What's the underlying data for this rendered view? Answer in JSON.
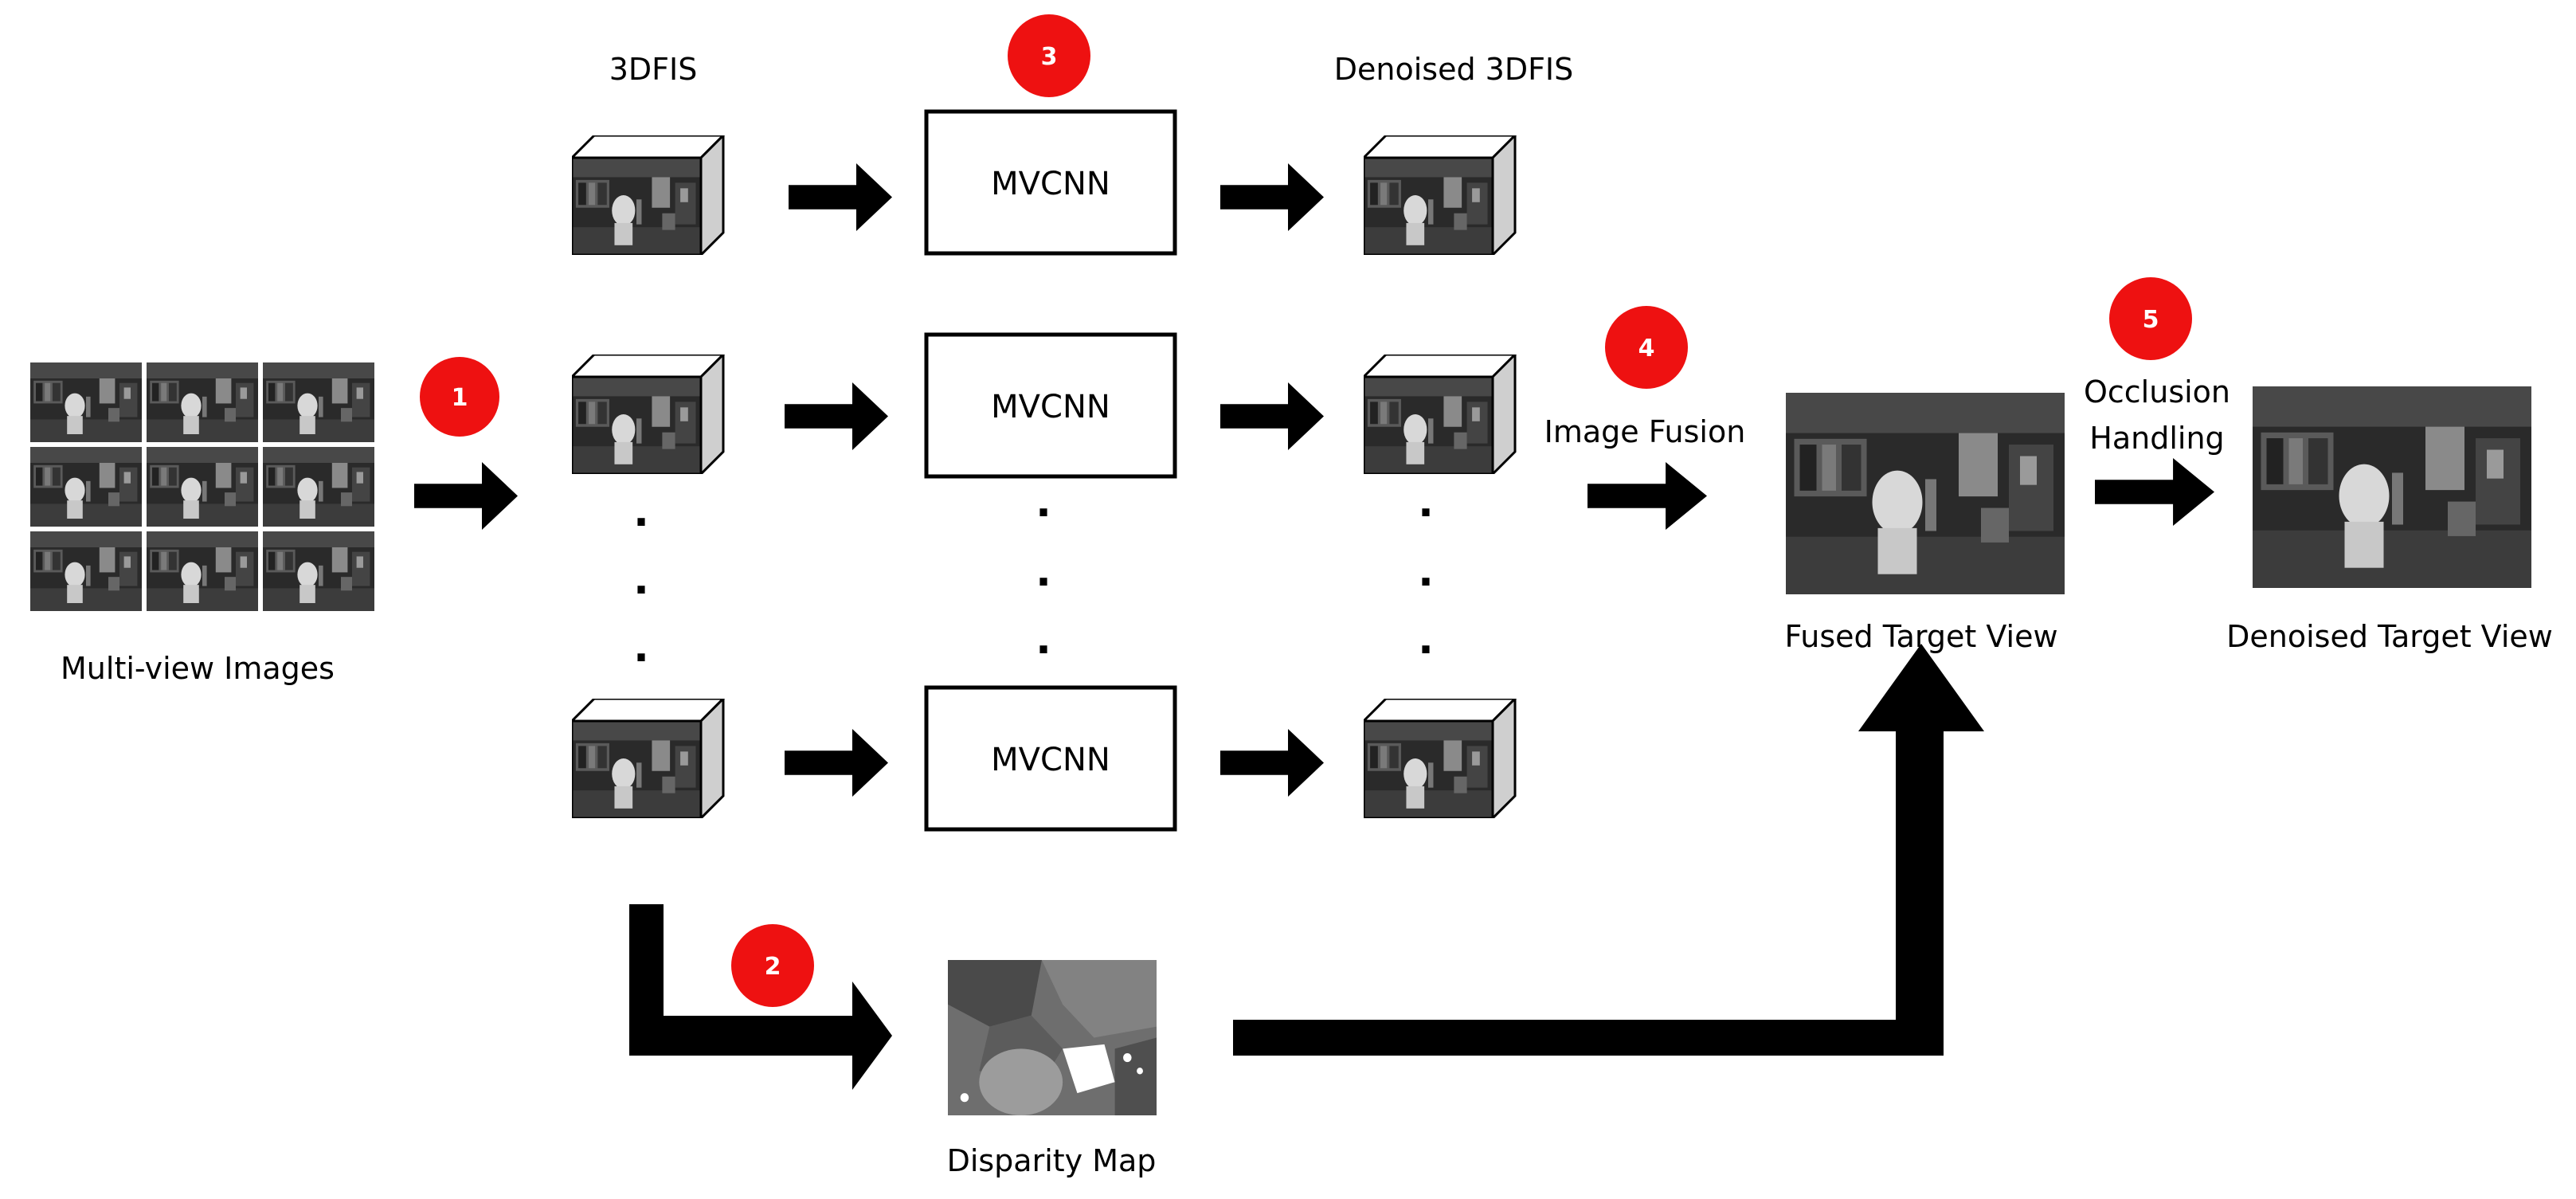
{
  "labels": {
    "multiview": "Multi-view Images",
    "fdfis": "3DFIS",
    "denoised_fdfis": "Denoised 3DFIS",
    "disparity": "Disparity Map",
    "image_fusion": "Image Fusion",
    "fused_target": "Fused Target View",
    "occlusion_line1": "Occlusion",
    "occlusion_line2": "Handling",
    "denoised_target": "Denoised Target View"
  },
  "mvcnn": [
    "MVCNN",
    "MVCNN",
    "MVCNN"
  ],
  "badges": [
    "1",
    "2",
    "3",
    "4",
    "5"
  ],
  "ellipsis_dot": ".",
  "colors": {
    "badge": "#ee1111",
    "arrow": "#000000",
    "box_border": "#000000"
  }
}
